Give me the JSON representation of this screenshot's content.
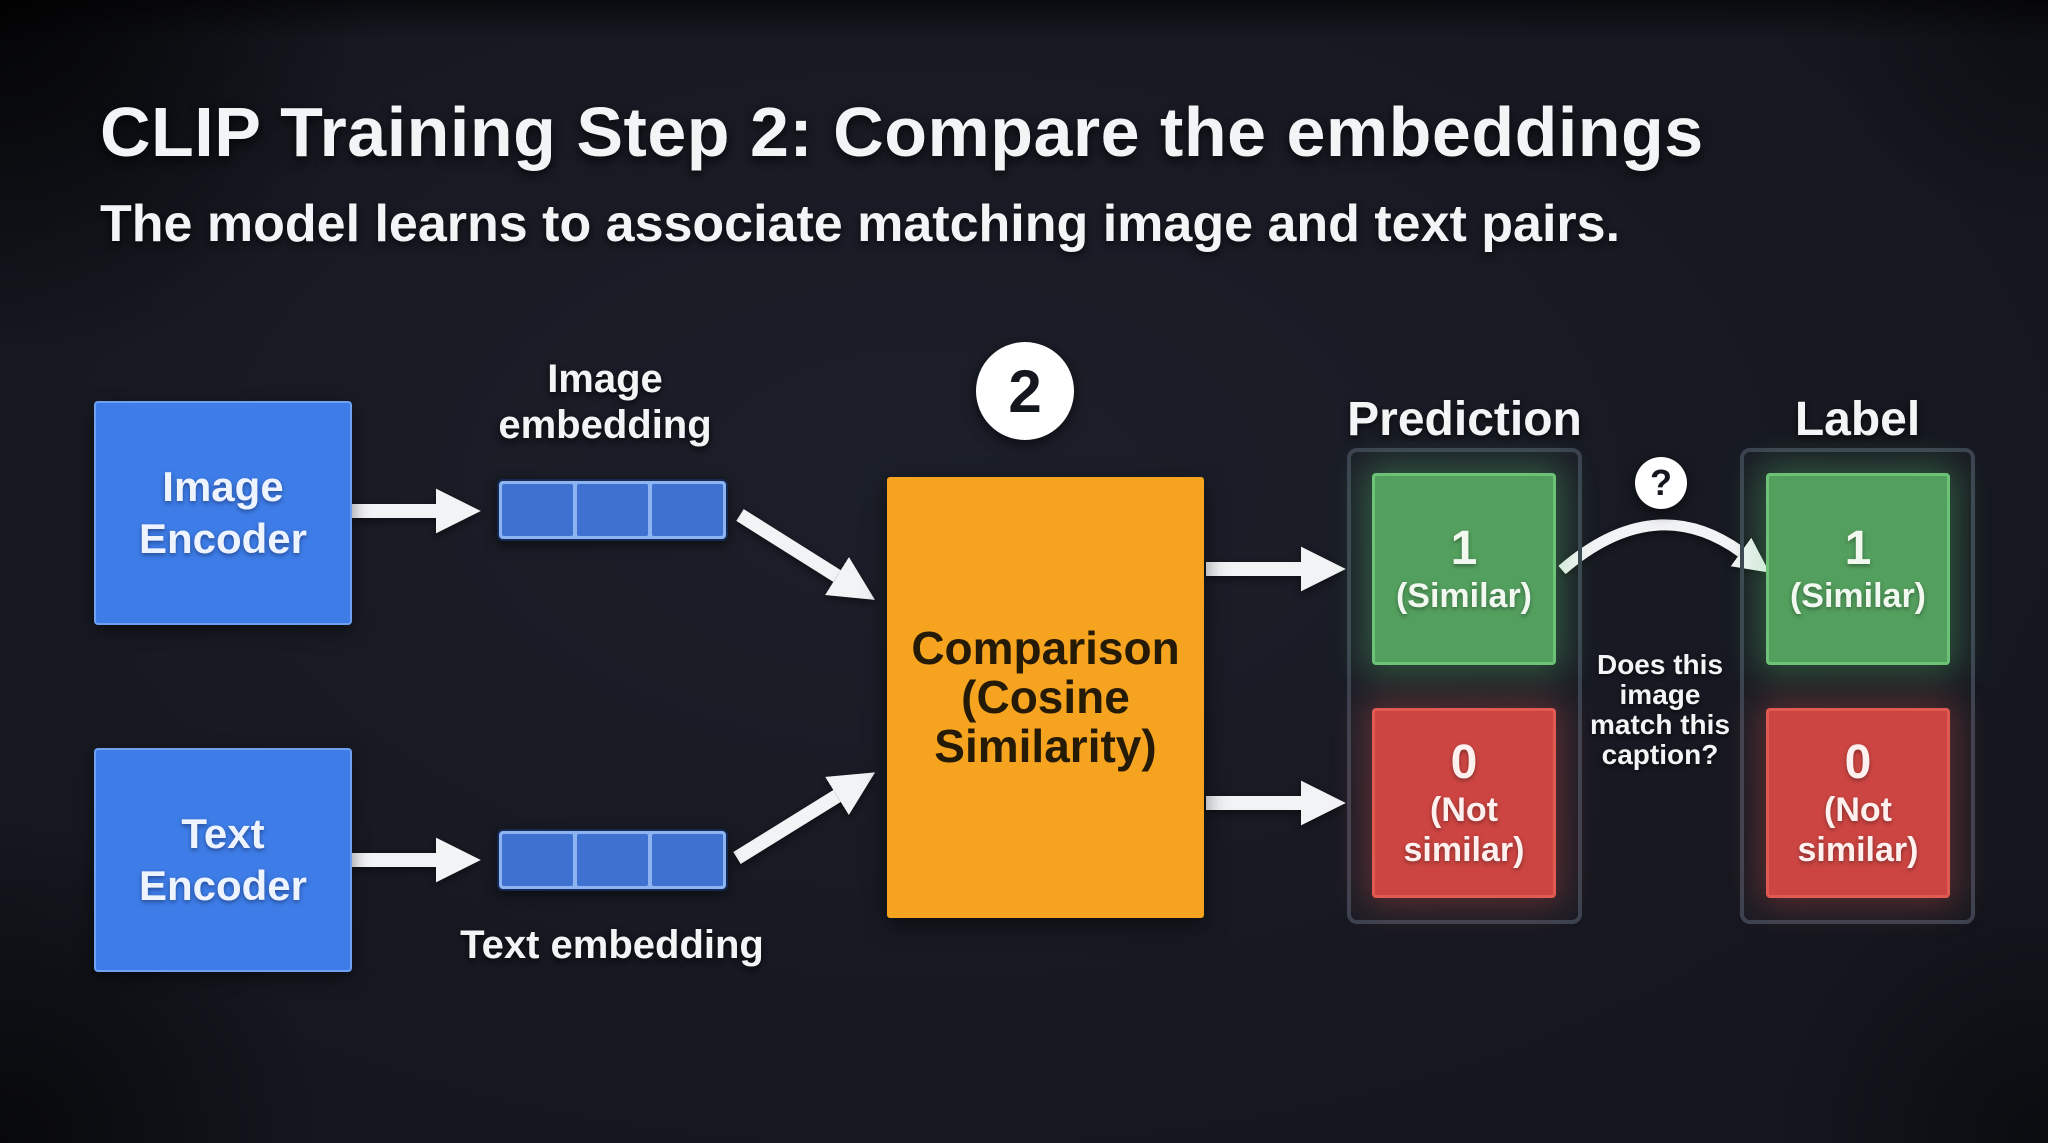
{
  "colors": {
    "bg": "#15171f",
    "blue": "#3e7de8",
    "blue-cell": "#3f72d0",
    "blue-cell-border": "#8db4f0",
    "orange": "#f6a41f",
    "green": "#539f5e",
    "green-border": "#6cc377",
    "red": "#cc4542",
    "red-border": "#e05a52",
    "container-border": "#3b4250",
    "white": "#f3f4f6",
    "dark-text": "#241a05"
  },
  "header": {
    "title": "CLIP Training Step 2: Compare the embeddings",
    "subtitle": "The model learns to associate matching image and text pairs."
  },
  "step_badge": {
    "number": "2"
  },
  "image_path": {
    "encoder_line1": "Image",
    "encoder_line2": "Encoder",
    "embedding_line1": "Image",
    "embedding_line2": "embedding"
  },
  "text_path": {
    "encoder_line1": "Text",
    "encoder_line2": "Encoder",
    "embedding_label": "Text embedding"
  },
  "comparison": {
    "line1": "Comparison",
    "line2": "(Cosine",
    "line3": "Similarity)"
  },
  "prediction": {
    "header": "Prediction",
    "similar": {
      "value": "1",
      "label": "(Similar)"
    },
    "not_similar": {
      "value": "0",
      "label_line1": "(Not",
      "label_line2": "similar)"
    }
  },
  "label_column": {
    "header": "Label",
    "similar": {
      "value": "1",
      "label": "(Similar)"
    },
    "not_similar": {
      "value": "0",
      "label_line1": "(Not",
      "label_line2": "similar)"
    }
  },
  "question": {
    "mark": "?",
    "lines": [
      "Does this",
      "image",
      "match this",
      "caption?"
    ]
  }
}
